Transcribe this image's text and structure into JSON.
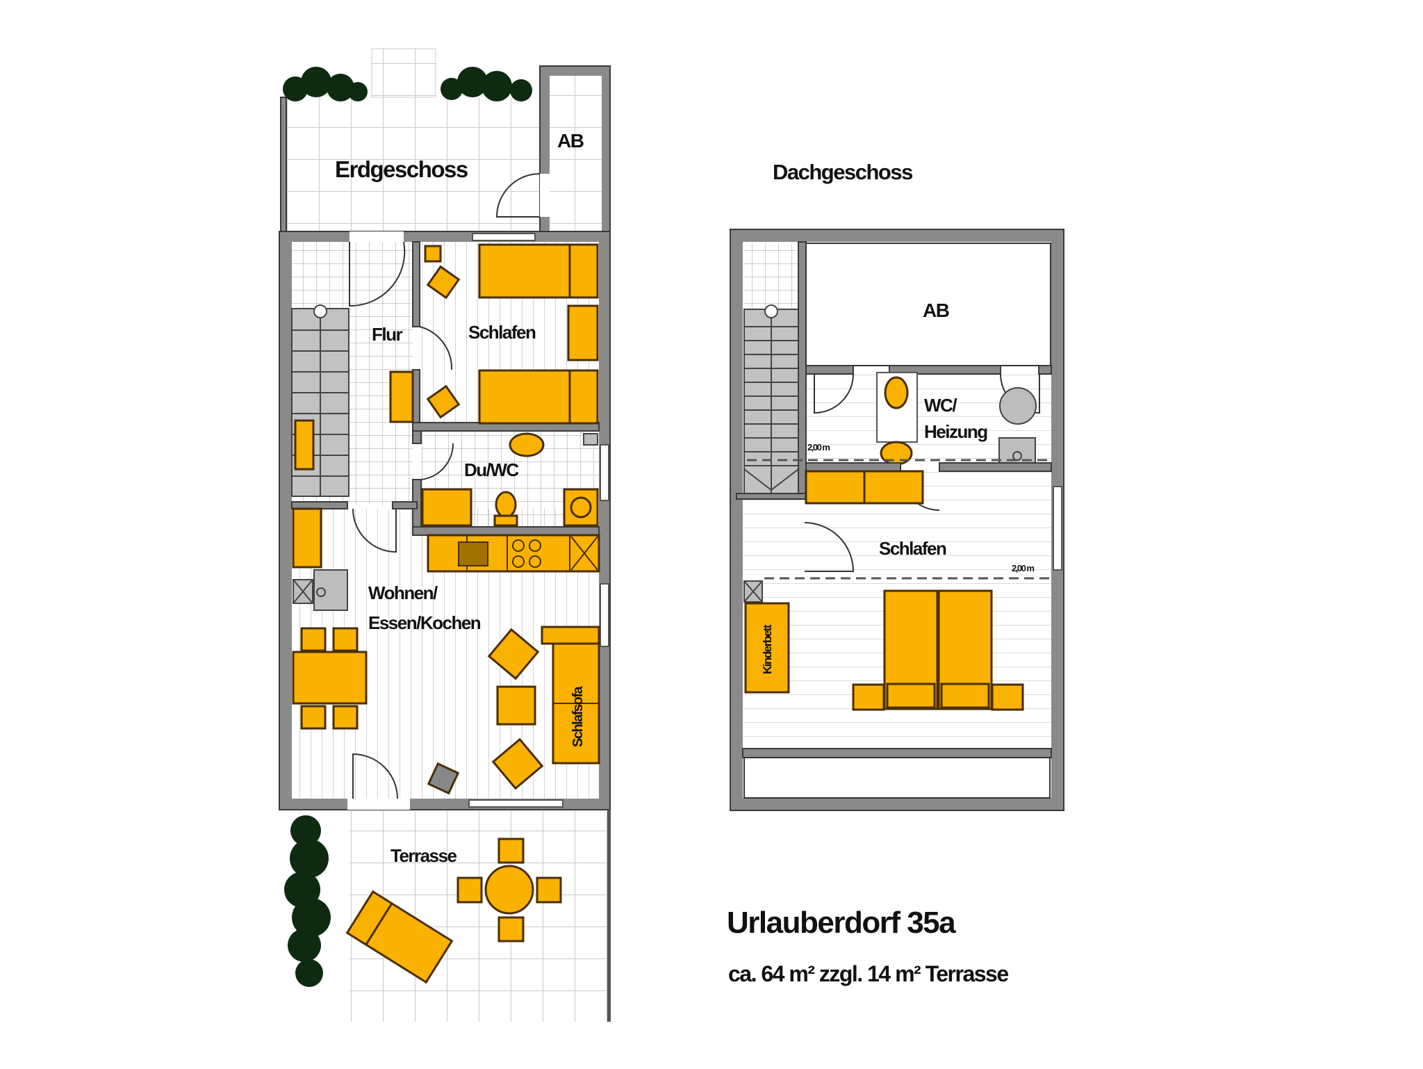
{
  "ground_floor": {
    "title": "Erdgeschoss",
    "rooms": {
      "storage": "AB",
      "hall": "Flur",
      "bedroom": "Schlafen",
      "bathroom": "Du/WC",
      "living_1": "Wohnen/",
      "living_2": "Essen/Kochen",
      "terrace": "Terrasse"
    },
    "furniture": {
      "sofa_bed": "Schlafsofa"
    }
  },
  "attic_floor": {
    "title": "Dachgeschoss",
    "rooms": {
      "storage": "AB",
      "wc_1": "WC/",
      "wc_2": "Heizung",
      "bedroom": "Schlafen"
    },
    "furniture": {
      "child_bed": "Kinderbett"
    },
    "height_marks": [
      "2,00 m",
      "2,00 m"
    ]
  },
  "summary": {
    "title": "Urlauberdorf 35a",
    "area": "ca. 64 m² zzgl. 14 m² Terrasse"
  },
  "colors": {
    "furniture": "#f9b200",
    "walls": "#8a8a8a",
    "plants": "#0e2a10"
  }
}
